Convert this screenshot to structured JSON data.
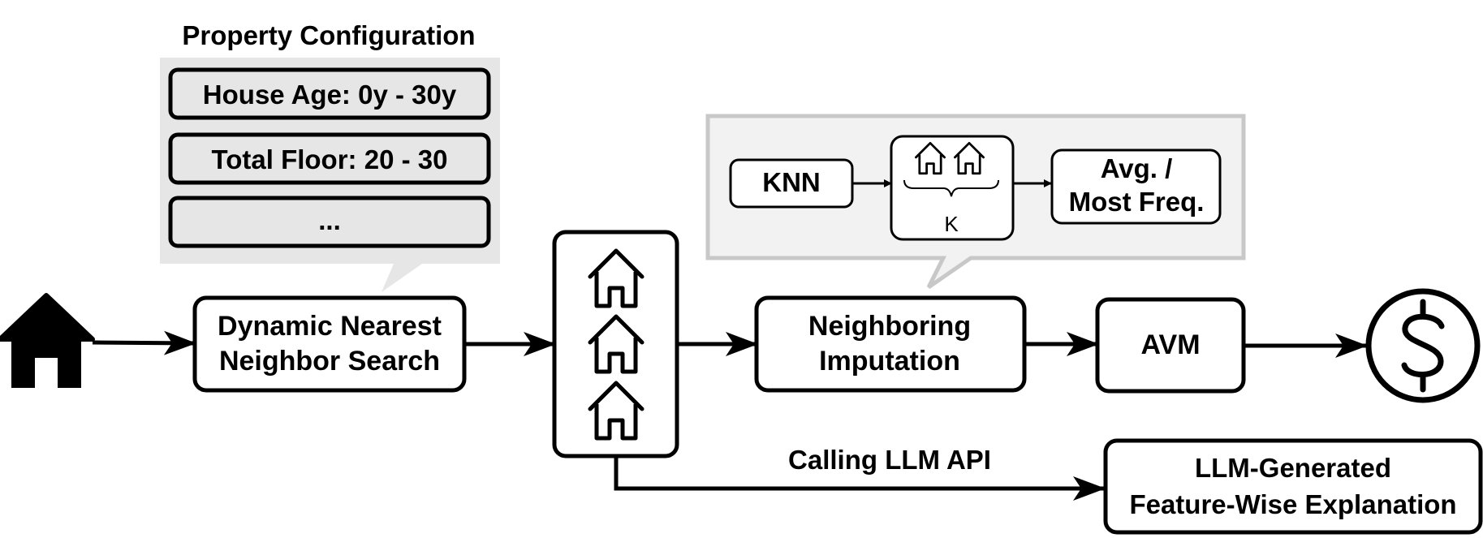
{
  "property_config": {
    "title": "Property Configuration",
    "fields": [
      "House Age: 0y - 30y",
      "Total Floor: 20 - 30",
      "..."
    ]
  },
  "nodes": {
    "search": {
      "line1": "Dynamic Nearest",
      "line2": "Neighbor Search"
    },
    "imputation": {
      "line1": "Neighboring",
      "line2": "Imputation"
    },
    "avm": "AVM",
    "explanation": {
      "line1": "LLM-Generated",
      "line2": "Feature-Wise Explanation"
    }
  },
  "imputation_detail": {
    "knn": "KNN",
    "k_label": "K",
    "aggregate": {
      "line1": "Avg. /",
      "line2": "Most Freq."
    }
  },
  "edge_labels": {
    "llm_api": "Calling LLM API"
  },
  "icons": {
    "input": "house-filled-icon",
    "neighbors": "house-outline-icon",
    "output": "dollar-icon"
  },
  "colors": {
    "callout_dark": "#e6e6e6",
    "callout_light": "#f2f2f2",
    "callout_border": "#c8c8c8",
    "stroke": "#000000"
  }
}
